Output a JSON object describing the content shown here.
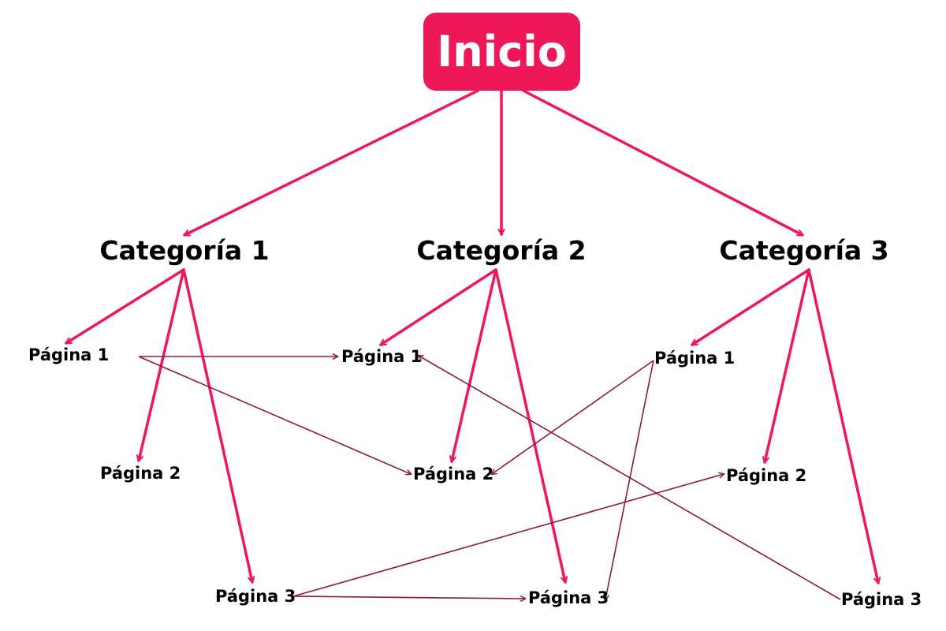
{
  "root": {
    "label": "Inicio"
  },
  "categories": [
    {
      "label": "Categoría 1",
      "pages": [
        "Página 1",
        "Página 2",
        "Página 3"
      ]
    },
    {
      "label": "Categoría 2",
      "pages": [
        "Página 1",
        "Página 2",
        "Página 3"
      ]
    },
    {
      "label": "Categoría 3",
      "pages": [
        "Página 1",
        "Página 2",
        "Página 3"
      ]
    }
  ],
  "colors": {
    "primary": "#ee1859",
    "secondary": "#8c1846",
    "text": "#000000",
    "root_text": "#ffffff"
  },
  "cross_links": [
    {
      "from": "Categoría 1 / Página 1",
      "to": "Categoría 2 / Página 1"
    },
    {
      "from": "Categoría 1 / Página 1",
      "to": "Categoría 2 / Página 2"
    },
    {
      "from": "Categoría 3 / Página 1",
      "to": "Categoría 2 / Página 2"
    },
    {
      "from": "Categoría 3 / Página 1",
      "to": "Categoría 2 / Página 3"
    },
    {
      "from": "Categoría 1 / Página 3",
      "to": "Categoría 3 / Página 2"
    },
    {
      "from": "Categoría 1 / Página 3",
      "to": "Categoría 2 / Página 3"
    },
    {
      "from": "Categoría 3 / Página 3",
      "to": "Categoría 2 / Página 1"
    }
  ]
}
